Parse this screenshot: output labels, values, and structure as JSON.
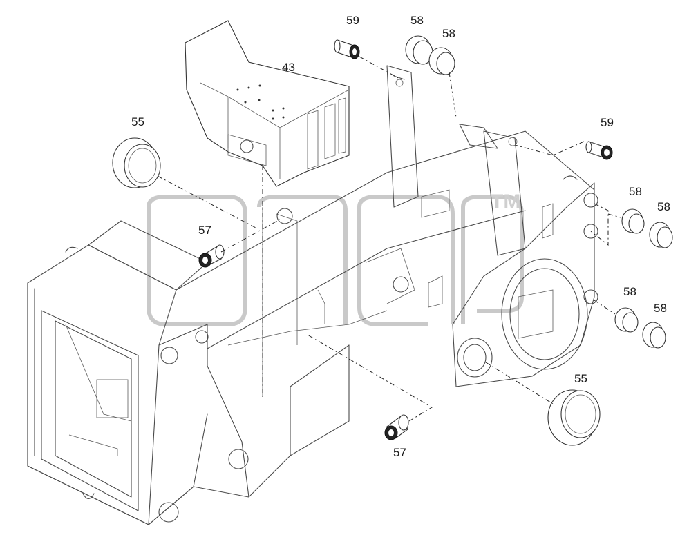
{
  "watermark": {
    "mark": "TM"
  },
  "callouts": [
    {
      "id": "c43",
      "label": "43"
    },
    {
      "id": "c59a",
      "label": "59"
    },
    {
      "id": "c58a",
      "label": "58"
    },
    {
      "id": "c58b",
      "label": "58"
    },
    {
      "id": "c59b",
      "label": "59"
    },
    {
      "id": "c55a",
      "label": "55"
    },
    {
      "id": "c58c",
      "label": "58"
    },
    {
      "id": "c58d",
      "label": "58"
    },
    {
      "id": "c57a",
      "label": "57"
    },
    {
      "id": "c58e",
      "label": "58"
    },
    {
      "id": "c58f",
      "label": "58"
    },
    {
      "id": "c55b",
      "label": "55"
    },
    {
      "id": "c57b",
      "label": "57"
    }
  ]
}
